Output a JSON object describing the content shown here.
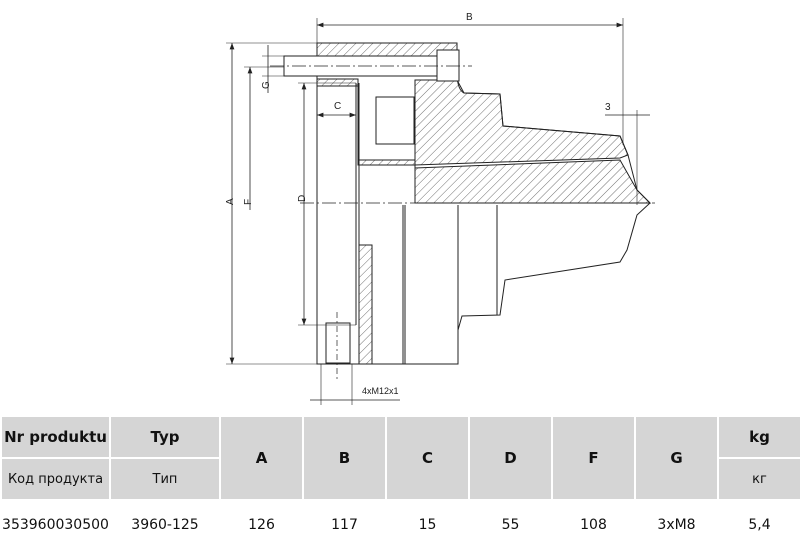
{
  "drawing": {
    "dimensions": [
      "A",
      "B",
      "C",
      "D",
      "F",
      "G",
      "3"
    ],
    "thread_label": "4xM12x1"
  },
  "table": {
    "header_pl": [
      "Nr produktu",
      "Typ"
    ],
    "header_ru": [
      "Код продукта",
      "Тип"
    ],
    "dims": [
      "A",
      "B",
      "C",
      "D",
      "F",
      "G"
    ],
    "weight_pl": "kg",
    "weight_ru": "кг",
    "row": [
      "353960030500",
      "3960-125",
      "126",
      "117",
      "15",
      "55",
      "108",
      "3xM8",
      "5,4"
    ]
  }
}
